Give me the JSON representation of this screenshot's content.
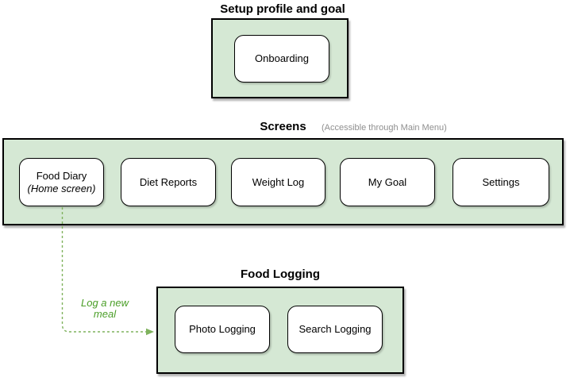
{
  "diagram": {
    "setup": {
      "title": "Setup profile and goal",
      "nodes": {
        "onboarding": "Onboarding"
      }
    },
    "screens": {
      "title": "Screens",
      "note": "(Accessible through Main Menu)",
      "nodes": {
        "food_diary": "Food Diary",
        "food_diary_sub": "(Home screen)",
        "diet_reports": "Diet Reports",
        "weight_log": "Weight Log",
        "my_goal": "My Goal",
        "settings": "Settings"
      }
    },
    "food_logging": {
      "title": "Food Logging",
      "nodes": {
        "photo_logging": "Photo Logging",
        "search_logging": "Search Logging"
      }
    },
    "arrow": {
      "label_line1": "Log a new",
      "label_line2": "meal"
    },
    "colors": {
      "container_fill": "#d5e8d4",
      "container_border": "#000000",
      "node_fill": "#ffffff",
      "node_border": "#000000",
      "arrow_green": "#7fb25d",
      "label_green": "#4a9e27",
      "note_gray": "#8f8f8f",
      "text_black": "#000000"
    }
  }
}
